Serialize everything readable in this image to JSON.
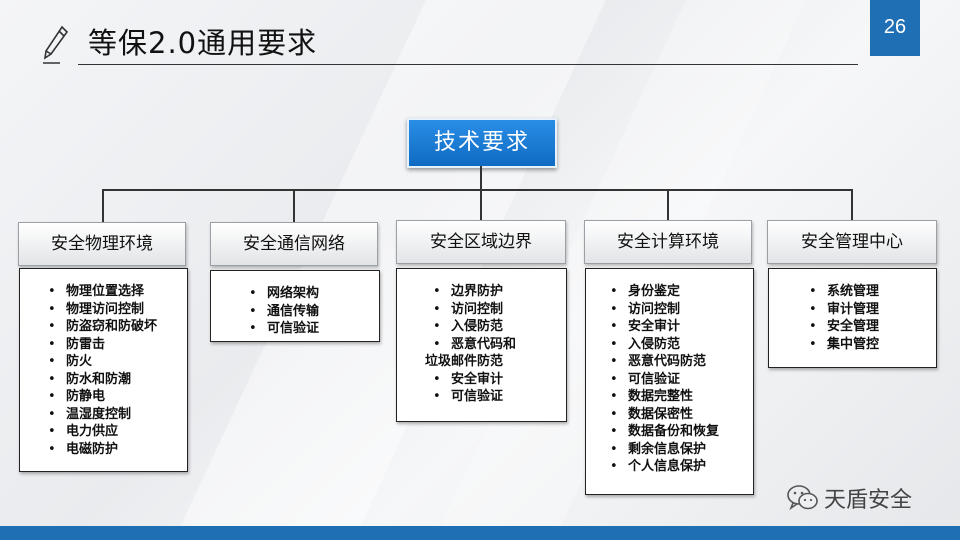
{
  "header": {
    "title": "等保2.0通用要求",
    "page_number": "26"
  },
  "root": {
    "label": "技术要求"
  },
  "categories": [
    {
      "label": "安全物理环境",
      "items": [
        "物理位置选择",
        "物理访问控制",
        "防盗窃和防破坏",
        "防雷击",
        "防火",
        "防水和防潮",
        "防静电",
        "温湿度控制",
        "电力供应",
        "电磁防护"
      ]
    },
    {
      "label": "安全通信网络",
      "items": [
        "网络架构",
        "通信传输",
        "可信验证"
      ]
    },
    {
      "label": "安全区域边界",
      "items": [
        "边界防护",
        "访问控制",
        "入侵防范",
        "恶意代码和",
        "垃圾邮件防范",
        "安全审计",
        "可信验证"
      ]
    },
    {
      "label": "安全计算环境",
      "items": [
        "身份鉴定",
        "访问控制",
        "安全审计",
        "入侵防范",
        "恶意代码防范",
        "可信验证",
        "数据完整性",
        "数据保密性",
        "数据备份和恢复",
        "剩余信息保护",
        "个人信息保护"
      ]
    },
    {
      "label": "安全管理中心",
      "items": [
        "系统管理",
        "审计管理",
        "安全管理",
        "集中管控"
      ]
    }
  ],
  "bullet": "•",
  "watermark": {
    "text": "天盾安全",
    "icon": "wechat-icon"
  },
  "colors": {
    "accent": "#1f6fb5",
    "root_fill": "#1a7fd6"
  }
}
